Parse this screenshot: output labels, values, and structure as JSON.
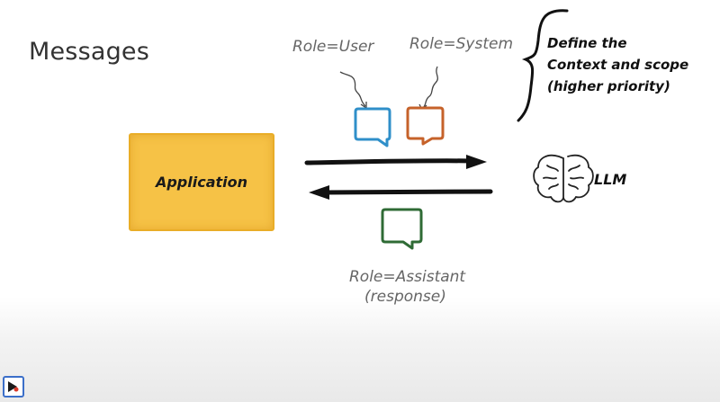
{
  "slide": {
    "title": "Messages",
    "role_user": "Role=User",
    "role_system": "Role=System",
    "role_assistant": "Role=Assistant",
    "role_assistant_note": "(response)",
    "system_note": {
      "line1": "Define the",
      "line2": "Context and scope",
      "line3": "(higher priority)"
    },
    "application_label": "Application",
    "llm_label": "LLM"
  },
  "icons": {
    "user_bubble": "speech-bubble-icon",
    "system_bubble": "speech-bubble-icon",
    "assistant_bubble": "speech-bubble-icon",
    "llm": "brain-icon",
    "player": "player-logo-icon"
  },
  "colors": {
    "user_bubble": "#2f8fc9",
    "system_bubble": "#c6622a",
    "assistant_bubble": "#2f6b35",
    "application_fill": "#f6c246",
    "arrows": "#111111"
  }
}
